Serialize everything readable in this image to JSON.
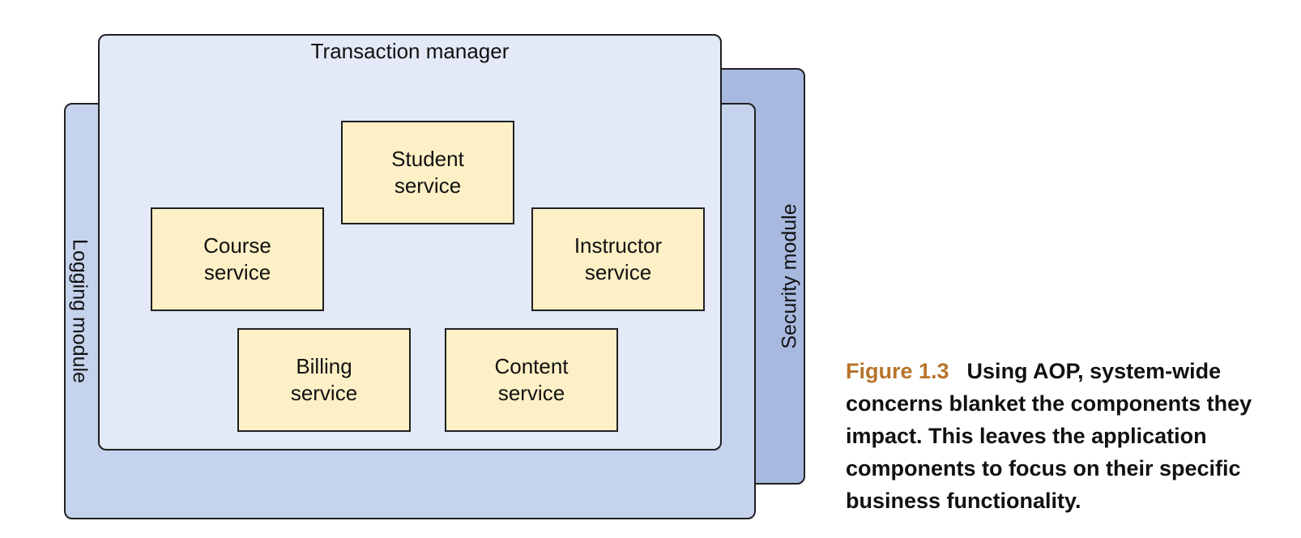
{
  "diagram": {
    "layers": {
      "transaction_manager": "Transaction manager",
      "logging_module": "Logging module",
      "security_module": "Security module"
    },
    "services": [
      {
        "line1": "Student",
        "line2": "service"
      },
      {
        "line1": "Course",
        "line2": "service"
      },
      {
        "line1": "Instructor",
        "line2": "service"
      },
      {
        "line1": "Billing",
        "line2": "service"
      },
      {
        "line1": "Content",
        "line2": "service"
      }
    ]
  },
  "caption": {
    "label": "Figure 1.3",
    "text": "Using AOP, system-wide concerns blanket the components they impact. This leaves the application components to focus on their specific business functionality."
  },
  "colors": {
    "security_fill": "#a8b9e0",
    "logging_fill": "#c6d3ec",
    "transaction_fill": "#e3e9f7",
    "service_fill": "#fdf0c6",
    "caption_label": "#b8742a"
  }
}
